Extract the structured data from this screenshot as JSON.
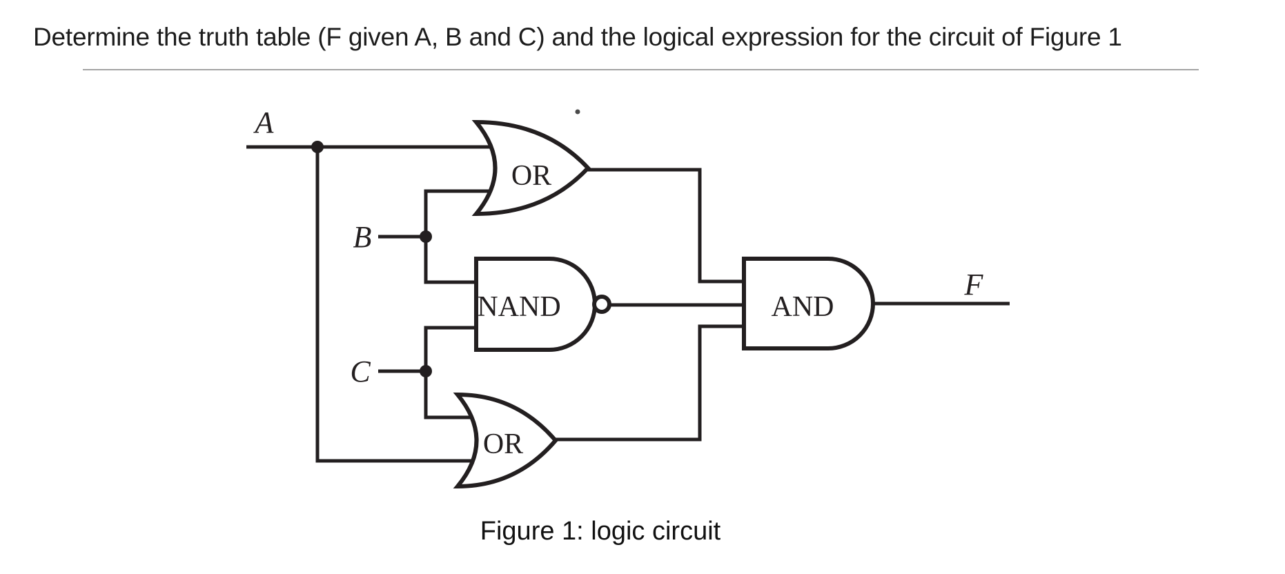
{
  "page": {
    "title": "Determine the truth table (F given A, B and C) and the logical expression for the circuit of Figure 1",
    "caption": "Figure 1: logic circuit"
  },
  "circuit": {
    "inputs": [
      {
        "label": "A"
      },
      {
        "label": "B"
      },
      {
        "label": "C"
      }
    ],
    "output": {
      "label": "F"
    },
    "gates": [
      {
        "id": "or-top",
        "type": "OR",
        "label": "OR",
        "inputs": [
          "A",
          "B"
        ]
      },
      {
        "id": "nand-middle",
        "type": "NAND",
        "label": "NAND",
        "inputs": [
          "B",
          "C"
        ],
        "inverted_output": true
      },
      {
        "id": "or-bottom",
        "type": "OR",
        "label": "OR",
        "inputs": [
          "C",
          "A"
        ]
      },
      {
        "id": "and-output",
        "type": "AND",
        "label": "AND",
        "inputs": [
          "or-top",
          "nand-middle",
          "or-bottom"
        ],
        "output": "F"
      }
    ],
    "wiring": [
      "A -> OR (top) input 1",
      "B -> OR (top) input 2",
      "B -> NAND input 1",
      "C -> NAND input 2",
      "C -> OR (bottom) input 1",
      "A -> OR (bottom) input 2",
      "OR (top) -> AND input 1",
      "NAND -> AND input 2",
      "OR (bottom) -> AND input 3",
      "AND -> F"
    ]
  },
  "colors": {
    "line": "#231f20",
    "divider": "#a3a3a3",
    "text": "#1c1c1c",
    "background": "#ffffff"
  }
}
